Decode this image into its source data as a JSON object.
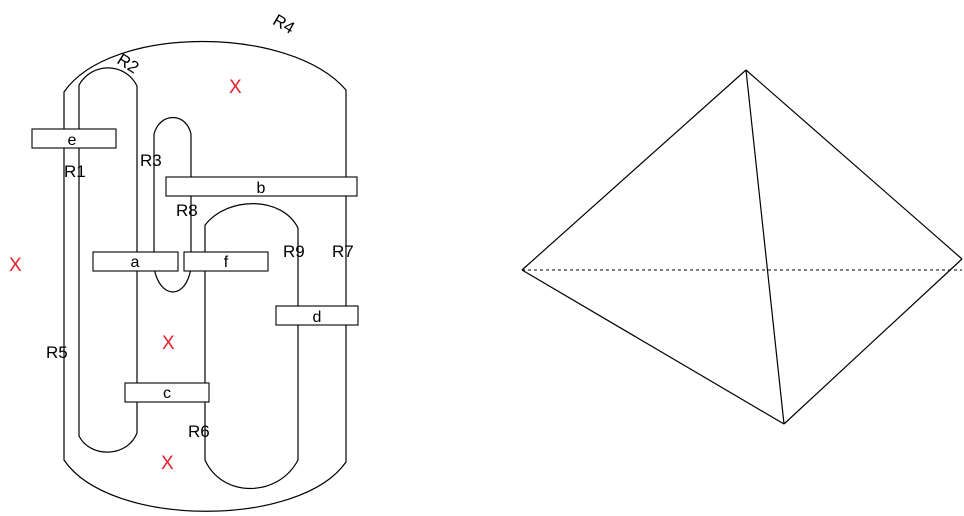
{
  "diagram": {
    "boxes": [
      {
        "id": "e",
        "label": "e"
      },
      {
        "id": "b",
        "label": "b"
      },
      {
        "id": "a",
        "label": "a"
      },
      {
        "id": "f",
        "label": "f"
      },
      {
        "id": "d",
        "label": "d"
      },
      {
        "id": "c",
        "label": "c"
      }
    ],
    "regions": [
      {
        "id": "R1",
        "label": "R1"
      },
      {
        "id": "R2",
        "label": "R2"
      },
      {
        "id": "R3",
        "label": "R3"
      },
      {
        "id": "R4",
        "label": "R4"
      },
      {
        "id": "R5",
        "label": "R5"
      },
      {
        "id": "R6",
        "label": "R6"
      },
      {
        "id": "R7",
        "label": "R7"
      },
      {
        "id": "R8",
        "label": "R8"
      },
      {
        "id": "R9",
        "label": "R9"
      }
    ],
    "markers": [
      {
        "id": "x-top",
        "label": "X"
      },
      {
        "id": "x-left",
        "label": "X"
      },
      {
        "id": "x-middle",
        "label": "X"
      },
      {
        "id": "x-bottom",
        "label": "X"
      }
    ],
    "colors": {
      "line": "#000000",
      "marker": "#e8202a",
      "background": "#ffffff"
    }
  }
}
